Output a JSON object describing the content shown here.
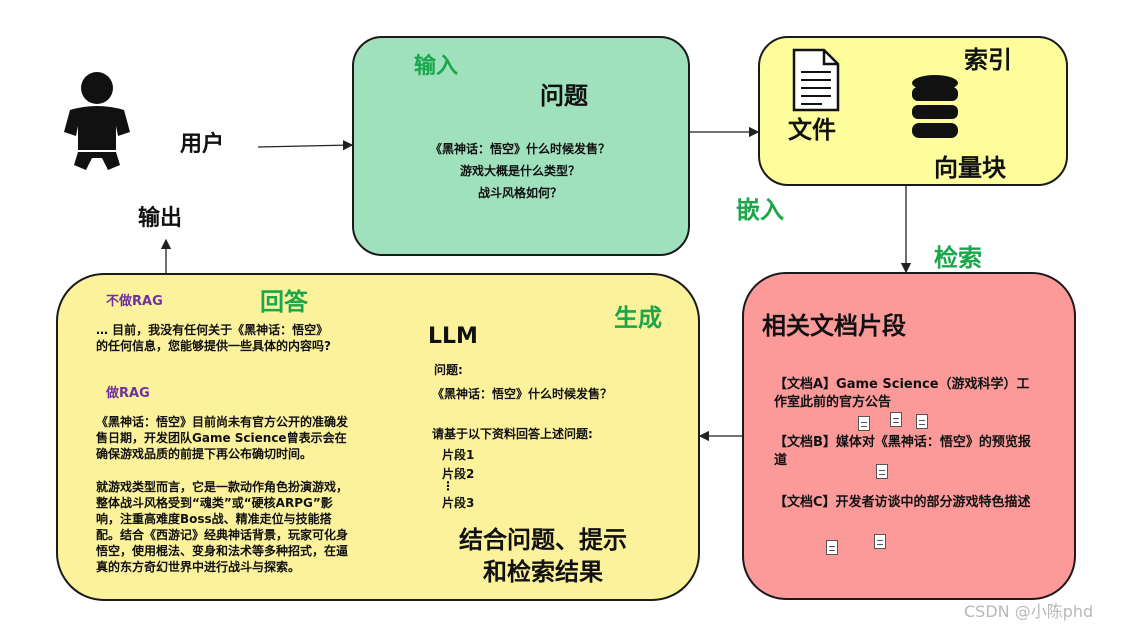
{
  "user": {
    "label": "用户",
    "icon": "baby-user-icon"
  },
  "output_label": "输出",
  "input_box": {
    "tag": "输入",
    "title": "问题",
    "questions": [
      "《黑神话：悟空》什么时候发售？",
      "游戏大概是什么类型？",
      "战斗风格如何？"
    ],
    "color": "#9fe0bd"
  },
  "index_box": {
    "title": "索引",
    "file_label": "文件",
    "vector_label": "向量块",
    "file_icon": "document-icon",
    "db_icon": "database-icon",
    "color": "#fdfd9c"
  },
  "embed_label": "嵌入",
  "retrieve_label": "检索",
  "docs_box": {
    "title": "相关文档片段",
    "doc_a": "【文档A】Game Science（游戏科学）工作室此前的官方公告",
    "doc_b": "【文档B】媒体对《黑神话：悟空》的预览报道",
    "doc_c": "【文档C】开发者访谈中的部分游戏特色描述",
    "color": "#fc9a9a"
  },
  "answer_box": {
    "title": "回答",
    "gen_label": "生成",
    "no_rag_label": "不做RAG",
    "no_rag_text": "… 目前，我没有任何关于《黑神话：悟空》 的任何信息，您能够提供一些具体的内容吗?",
    "rag_label": "做RAG",
    "rag_text_1": "《黑神话：悟空》目前尚未有官方公开的准确发售日期，开发团队Game Science曾表示会在确保游戏品质的前提下再公布确切时间。",
    "rag_text_2": "就游戏类型而言，它是一款动作角色扮演游戏，整体战斗风格受到“魂类”或“硬核ARPG”影响，注重高难度Boss战、精准走位与技能搭配。结合《西游记》经典神话背景，玩家可化身悟空，使用棍法、变身和法术等多种招式，在逼真的东方奇幻世界中进行战斗与探索。",
    "llm_title": "LLM",
    "prompt_q_label": "问题:",
    "prompt_q": "《黑神话：悟空》什么时候发售？",
    "prompt_instr": "请基于以下资料回答上述问题:",
    "seg1": "片段1",
    "seg2": "片段2",
    "seg_dots": "⋮",
    "seg3": "片段3",
    "combine_1": "结合问题、提示",
    "combine_2": "和检索结果",
    "color": "#fdf29c"
  },
  "watermark": "CSDN @小陈phd"
}
